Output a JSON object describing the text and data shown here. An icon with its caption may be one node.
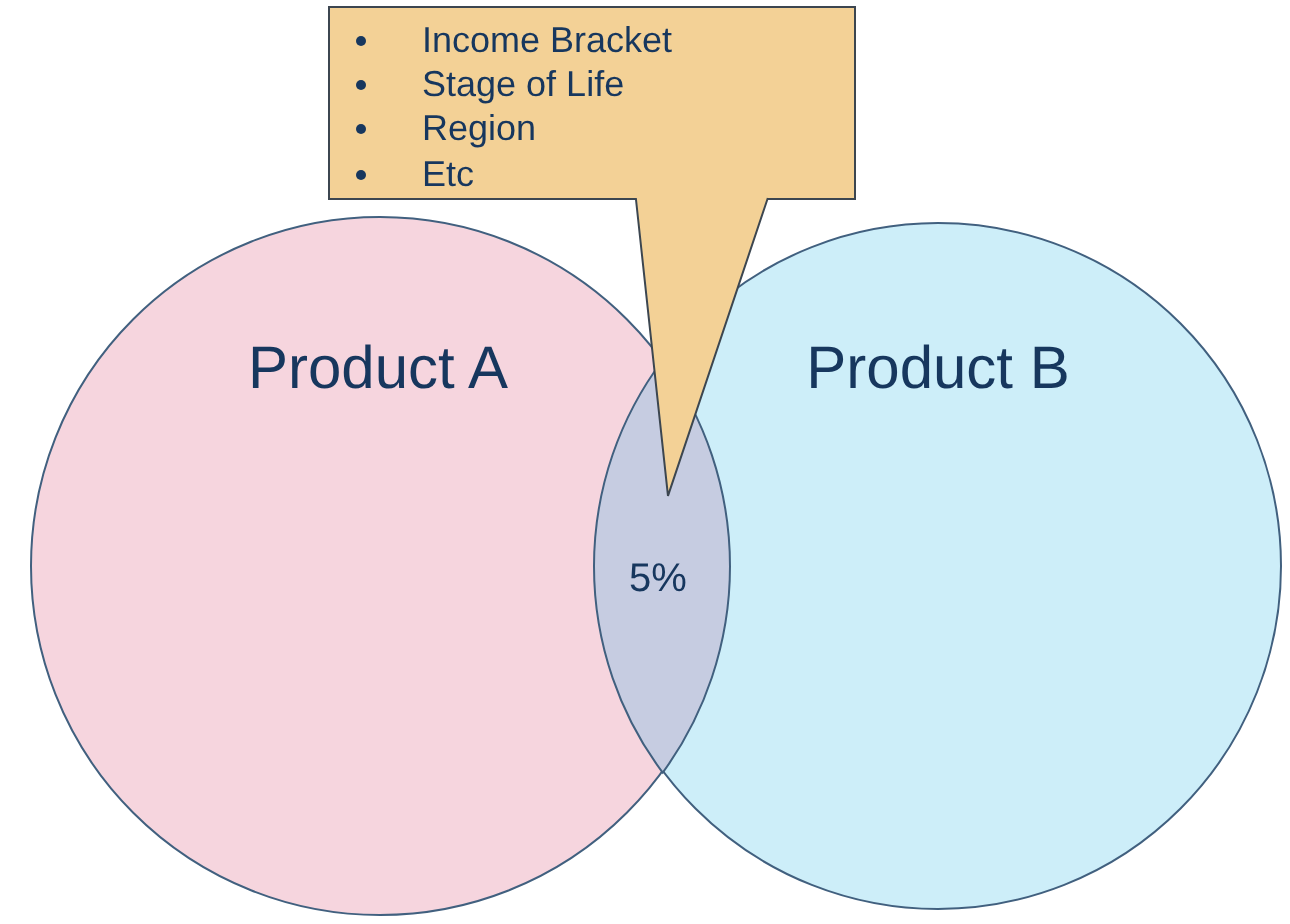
{
  "diagram": {
    "nodes": [
      {
        "text": [
          "Income Bracket",
          "Stage of Life",
          "Region",
          "Etc"
        ]
      },
      {
        "text": [
          "Product A"
        ]
      },
      {
        "text": [
          "Product B"
        ]
      },
      {
        "text": [
          "5%"
        ]
      }
    ],
    "edges": [
      {
        "from": 0,
        "to": 3,
        "arrow": "none"
      }
    ]
  }
}
